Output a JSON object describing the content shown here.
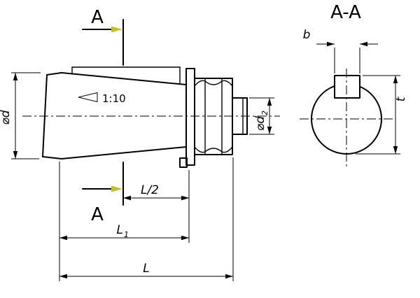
{
  "labels": {
    "section_top": "A",
    "section_bottom": "A",
    "section_view": "A-A",
    "taper": "1:10",
    "dim_d": "⌀d",
    "dim_d2_base": "⌀d",
    "dim_d2_sub": "2",
    "dim_b": "b",
    "dim_t": "t",
    "dim_l_half": "L/2",
    "dim_l1_base": "L",
    "dim_l1_sub": "1",
    "dim_l": "L"
  },
  "colors": {
    "line": "#000000",
    "background": "#ffffff",
    "section_arrow": "#c2c21a"
  }
}
